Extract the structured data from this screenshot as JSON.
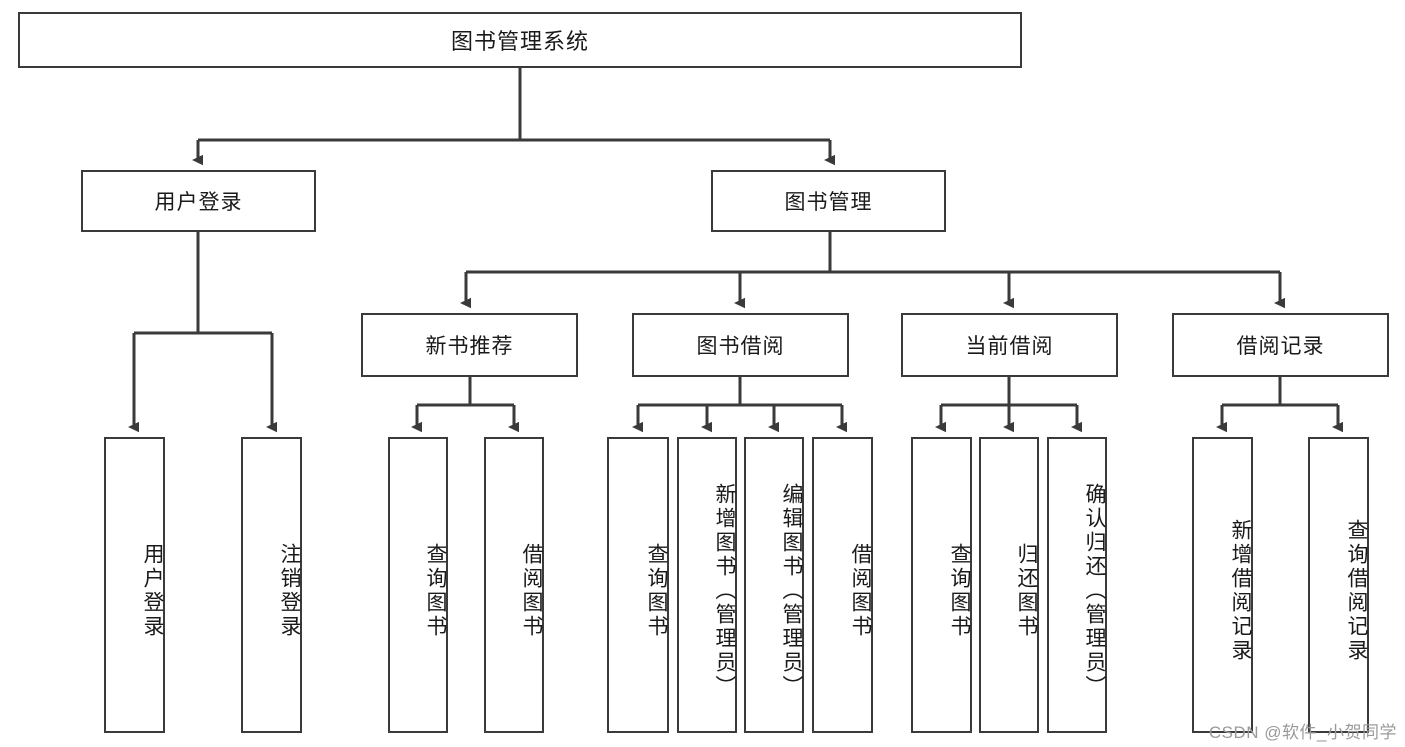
{
  "diagram": {
    "title": "图书管理系统",
    "watermark": "CSDN @软件_小贺同学",
    "stroke_color": "#3a3a3a",
    "text_color": "#1a1a1a",
    "background_color": "#ffffff",
    "nodes": {
      "root": {
        "label": "图书管理系统"
      },
      "level2": [
        {
          "id": "user-login",
          "label": "用户登录"
        },
        {
          "id": "book-manage",
          "label": "图书管理"
        }
      ],
      "level3": [
        {
          "id": "new-book-recommend",
          "label": "新书推荐"
        },
        {
          "id": "book-borrow",
          "label": "图书借阅"
        },
        {
          "id": "current-borrow",
          "label": "当前借阅"
        },
        {
          "id": "borrow-record",
          "label": "借阅记录"
        }
      ],
      "leaves": [
        {
          "id": "leaf-user-login",
          "label": "用户登录",
          "parent": "user-login"
        },
        {
          "id": "leaf-logout-login",
          "label": "注销登录",
          "parent": "user-login"
        },
        {
          "id": "leaf-query-book-1",
          "label": "查询图书",
          "parent": "new-book-recommend"
        },
        {
          "id": "leaf-borrow-book-1",
          "label": "借阅图书",
          "parent": "new-book-recommend"
        },
        {
          "id": "leaf-query-book-2",
          "label": "查询图书",
          "parent": "book-borrow"
        },
        {
          "id": "leaf-add-book",
          "label": "新增图书（管理员）",
          "parent": "book-borrow"
        },
        {
          "id": "leaf-edit-book",
          "label": "编辑图书（管理员）",
          "parent": "book-borrow"
        },
        {
          "id": "leaf-borrow-book-2",
          "label": "借阅图书",
          "parent": "book-borrow"
        },
        {
          "id": "leaf-query-book-3",
          "label": "查询图书",
          "parent": "current-borrow"
        },
        {
          "id": "leaf-return-book",
          "label": "归还图书",
          "parent": "current-borrow"
        },
        {
          "id": "leaf-confirm-return",
          "label": "确认归还（管理员）",
          "parent": "current-borrow"
        },
        {
          "id": "leaf-add-record",
          "label": "新增借阅记录",
          "parent": "borrow-record"
        },
        {
          "id": "leaf-query-record",
          "label": "查询借阅记录",
          "parent": "borrow-record"
        }
      ]
    }
  }
}
